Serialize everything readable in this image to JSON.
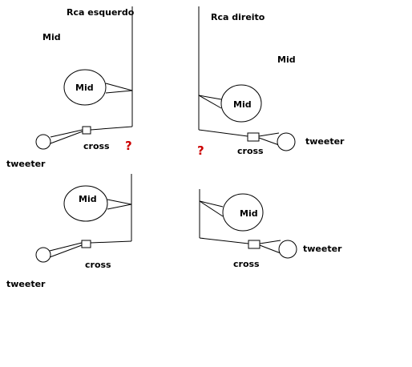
{
  "labels": {
    "rca_left": "Rca esquerdo",
    "rca_right": "Rca direito",
    "mid": "Mid",
    "cross": "cross",
    "tweeter": "tweeter",
    "question": "?"
  },
  "colors": {
    "question_mark": "#cc0000",
    "lines": "#000000",
    "background": "#ffffff"
  }
}
